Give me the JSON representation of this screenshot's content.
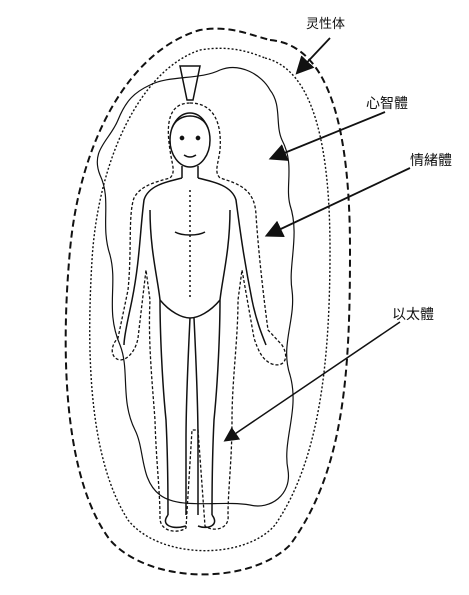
{
  "labels": {
    "spiritual_body": "灵性体",
    "mental_body": "心智體",
    "emotional_body": "情緒體",
    "etheric_body": "以太體"
  },
  "colors": {
    "ink": "#111111",
    "paper": "#ffffff"
  }
}
